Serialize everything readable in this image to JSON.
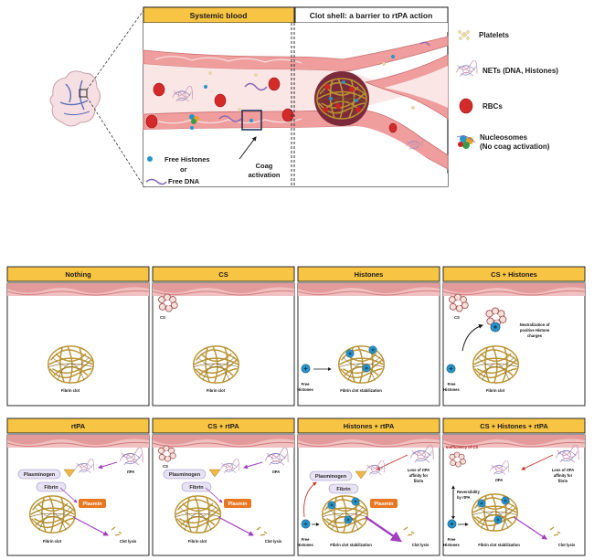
{
  "top": {
    "header_left": "Systemic blood",
    "header_right": "Clot shell: a barrier to rtPA action",
    "free_histones": "Free Histones",
    "or": "or",
    "free_dna": "Free DNA",
    "coag_activation_1": "Coag",
    "coag_activation_2": "activation"
  },
  "legend": {
    "platelets": "Platelets",
    "nets": "NETs (DNA, Histones)",
    "rbcs": "RBCs",
    "nucleosomes_1": "Nucleosomes",
    "nucleosomes_2": "(No coag activation)"
  },
  "panels": {
    "nothing": "Nothing",
    "cs": "CS",
    "histones": "Histones",
    "cs_histones": "CS + Histones",
    "rtpa": "rtPA",
    "cs_rtpa": "CS + rtPA",
    "histones_rtpa": "Histones + rtPA",
    "cs_histones_rtpa": "CS + Histones + rtPA"
  },
  "labels": {
    "fibrin_clot": "Fibrin clot",
    "fibrin_clot_stabilization": "Fibrin clot stabilization",
    "cs": "CS",
    "free": "Free",
    "histones": "Histones",
    "neutralization_1": "Neutralization of",
    "neutralization_2": "positive Histone",
    "neutralization_3": "charges",
    "plasminogen": "Plasminogen",
    "fibrin": "Fibrin",
    "plasmin": "Plasmin",
    "clot_lysis": "Clot lysis",
    "rtpa": "rtPA",
    "loss_1": "Loss of rtPA",
    "loss_2": "affinity for",
    "loss_3": "fibrin",
    "inefficiency": "Inefficiency of CS",
    "reversibility_1": "Reversibility",
    "reversibility_2": "by rtPA"
  },
  "colors": {
    "header_fill": "#f7c443",
    "vessel_wall": "#e8a7a7",
    "endothelium": "#f3c4c4",
    "rbc": "#d42a2a",
    "fibrin": "#b99435",
    "histone": "#2a93c7",
    "plasmin": "#e87722",
    "arrow_purple": "#a13fbf"
  }
}
